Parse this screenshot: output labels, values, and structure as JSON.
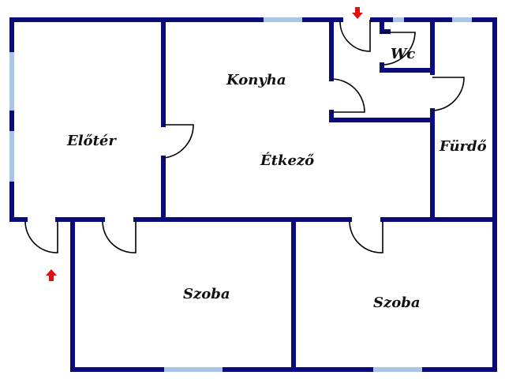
{
  "floorplan": {
    "rooms": [
      {
        "id": "konyha",
        "label": "Konyha"
      },
      {
        "id": "eloter",
        "label": "Előtér"
      },
      {
        "id": "etkezo",
        "label": "Étkező"
      },
      {
        "id": "furdo",
        "label": "Fürdő"
      },
      {
        "id": "wc",
        "label": "Wc"
      },
      {
        "id": "szoba1",
        "label": "Szoba"
      },
      {
        "id": "szoba2",
        "label": "Szoba"
      }
    ],
    "colors": {
      "wall": "#0b0b7a",
      "window": "#a9c6e6",
      "entrance_arrow": "#e01010"
    },
    "entrances": [
      {
        "icon": "arrow-down-icon"
      },
      {
        "icon": "arrow-up-icon"
      }
    ]
  }
}
